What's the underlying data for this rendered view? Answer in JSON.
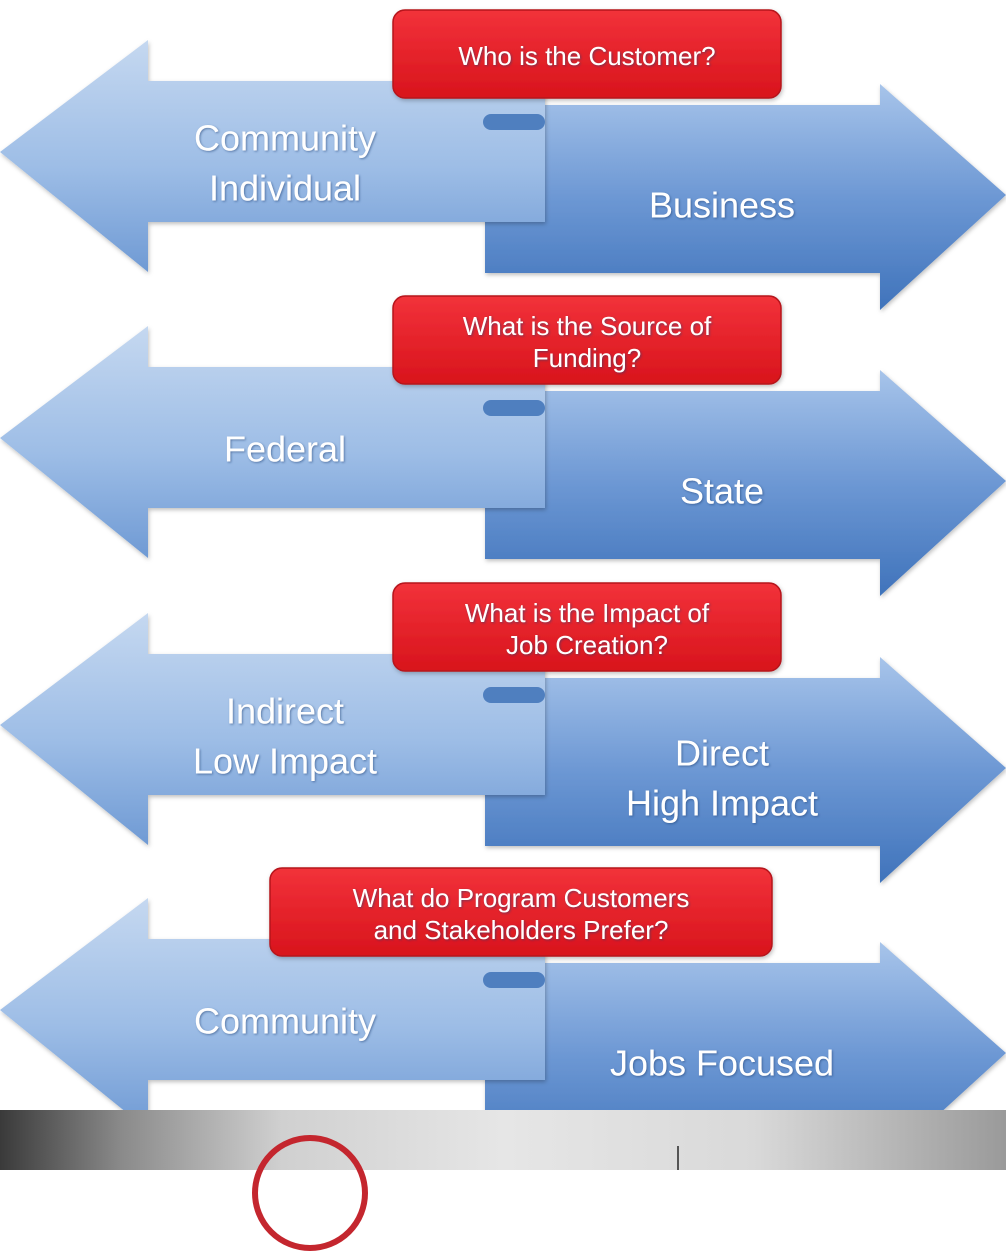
{
  "colors": {
    "arrow_light": "#b7cdeb",
    "arrow_dark": "#4a7fc3",
    "box_fill": "#ee1c24",
    "box_text": "#ffffff",
    "label_text": "#ffffff"
  },
  "rows": [
    {
      "question": [
        "Who is the Customer?"
      ],
      "left_labels": [
        "Community",
        "Individual"
      ],
      "right_labels": [
        "Business"
      ]
    },
    {
      "question": [
        "What is the Source of",
        "Funding?"
      ],
      "left_labels": [
        "Federal"
      ],
      "right_labels": [
        "State"
      ]
    },
    {
      "question": [
        "What is the Impact of",
        "Job Creation?"
      ],
      "left_labels": [
        "Indirect",
        "Low Impact"
      ],
      "right_labels": [
        "Direct",
        "High Impact"
      ]
    },
    {
      "question": [
        "What do Program Customers",
        "and Stakeholders Prefer?"
      ],
      "left_labels": [
        "Community"
      ],
      "right_labels": [
        "Jobs Focused"
      ]
    }
  ]
}
